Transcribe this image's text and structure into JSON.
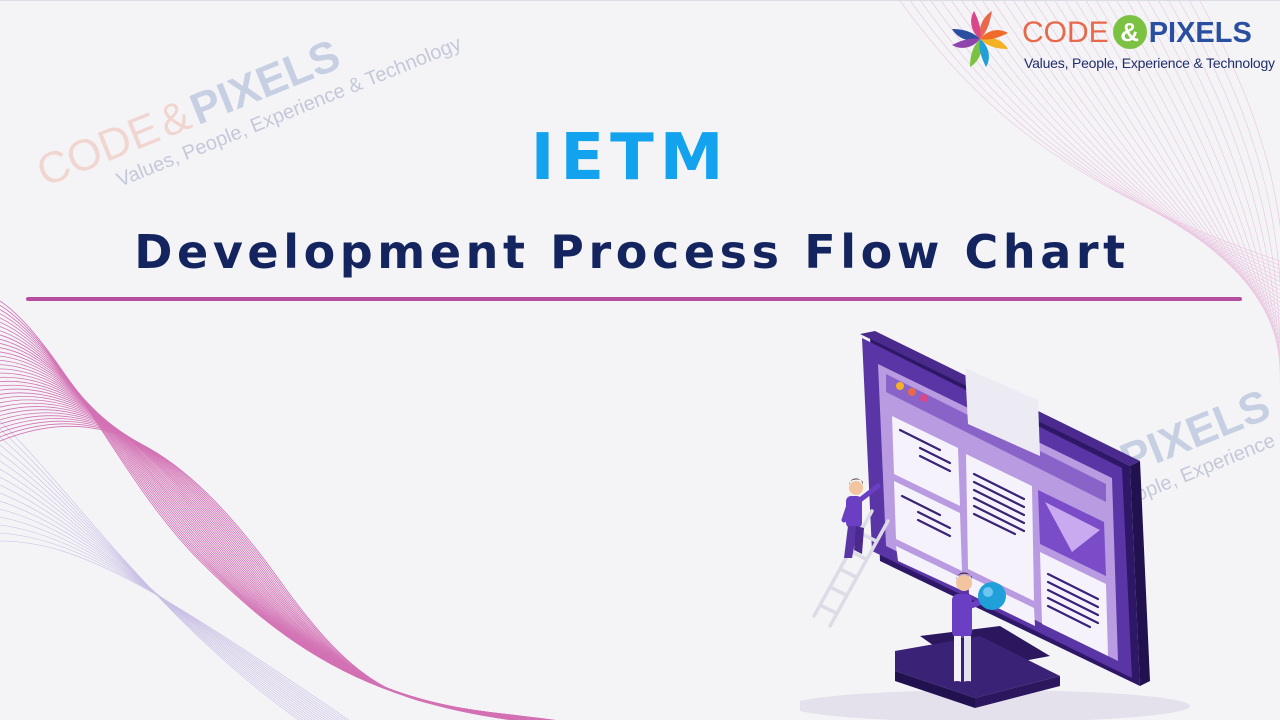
{
  "logo": {
    "code": "CODE",
    "amp": "&",
    "pixels": "PIXELS",
    "tagline": "Values, People, Experience & Technology"
  },
  "slide": {
    "title": "IETM",
    "subtitle": "Development Process Flow Chart"
  },
  "colors": {
    "background": "#f4f4f7",
    "title": "#13a3ee",
    "subtitle": "#13245e",
    "divider": "#b54ea1",
    "logo_code": "#e8694a",
    "logo_amp": "#7cc242",
    "logo_pixels": "#2a4fa0",
    "monitor": "#4b2a8e"
  },
  "illustration": {
    "icon": "monitor-with-people-icon"
  }
}
